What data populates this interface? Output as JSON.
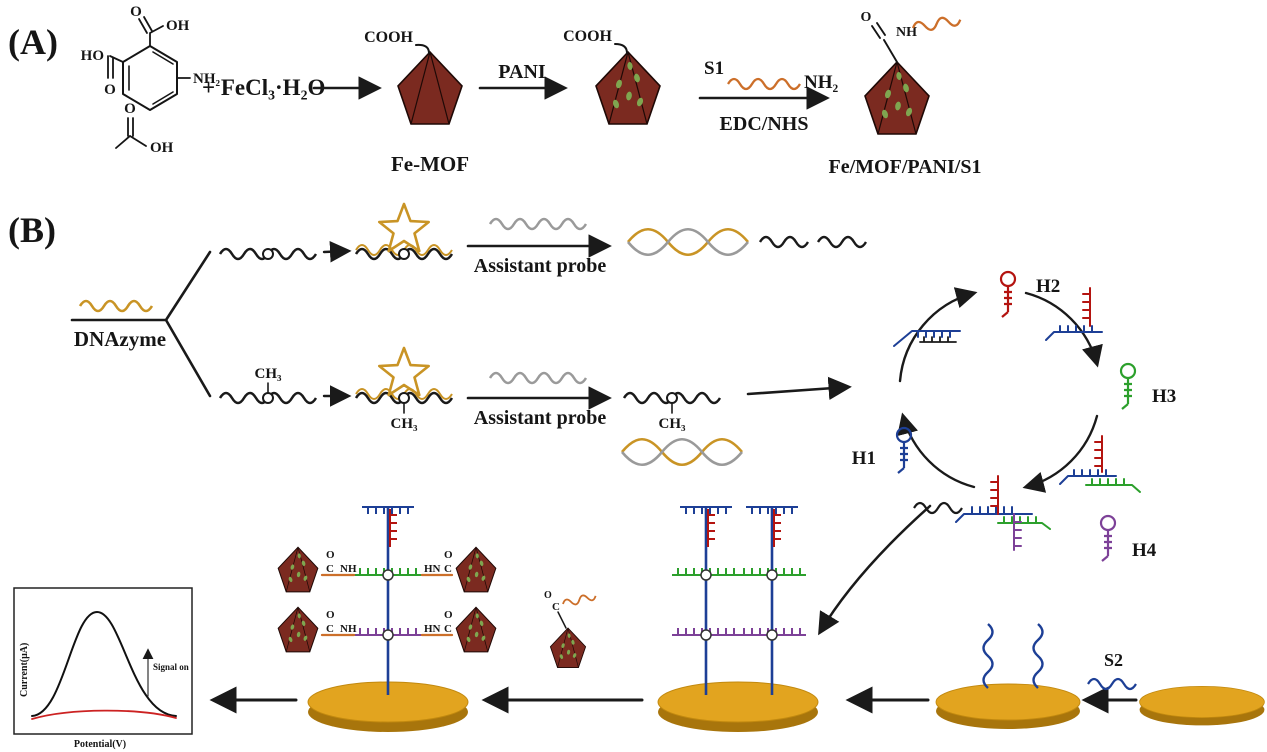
{
  "panel_a": {
    "label": "(A)",
    "monomer": {
      "o_top": "O",
      "oh_top": "OH",
      "ho_left": "HO",
      "o_left": "O",
      "nh2": "NH₂"
    },
    "acetic": {
      "o": "O",
      "oh": "OH"
    },
    "reagent": "+ FeCl₃·H₂O",
    "cooh_femof": "COOH",
    "femof_label": "Fe-MOF",
    "pani_label": "PANI",
    "cooh_pani": "COOH",
    "s1_label": "S1",
    "s1_nh2": "NH₂",
    "amide_o": "O",
    "amide_nh": "NH",
    "edc_nhs": "EDC/NHS",
    "product_label": "Fe/MOF/PANI/S1"
  },
  "panel_b": {
    "label": "(B)",
    "dnazyme_label": "DNAzyme",
    "assistant_probe_top": "Assistant probe",
    "assistant_probe_bottom": "Assistant probe",
    "ch3_substrate": "CH₃",
    "ch3_complex": "CH₃",
    "ch3_product": "CH₃",
    "hairpins": {
      "h1": "H1",
      "h2": "H2",
      "h3": "H3",
      "h4": "H4"
    },
    "s2_label": "S2",
    "amide": {
      "o": "O",
      "c": "C",
      "nh": "NH",
      "hn": "HN"
    }
  },
  "graph": {
    "ylabel": "Current(μA)",
    "xlabel": "Potential(V)",
    "annotation": "Signal on"
  },
  "chart_data": {
    "type": "line",
    "title": "",
    "xlabel": "Potential(V)",
    "ylabel": "Current(μA)",
    "annotation": "Signal on",
    "legend": false,
    "series": [
      {
        "name": "signal (black)",
        "description": "large voltammetric peak"
      },
      {
        "name": "control (red)",
        "description": "near-flat low baseline"
      }
    ]
  },
  "colors": {
    "mof": "#7b2a20",
    "mof_spot": "#7fa650",
    "gold": "#c99425",
    "electrode": "#e2a41f",
    "electrode_dark": "#a8750c",
    "orange": "#cc6f2a",
    "gray": "#9a9a9a",
    "blue": "#1d3f96",
    "red": "#b41410",
    "green": "#2ca02c",
    "purple": "#7d4198"
  }
}
